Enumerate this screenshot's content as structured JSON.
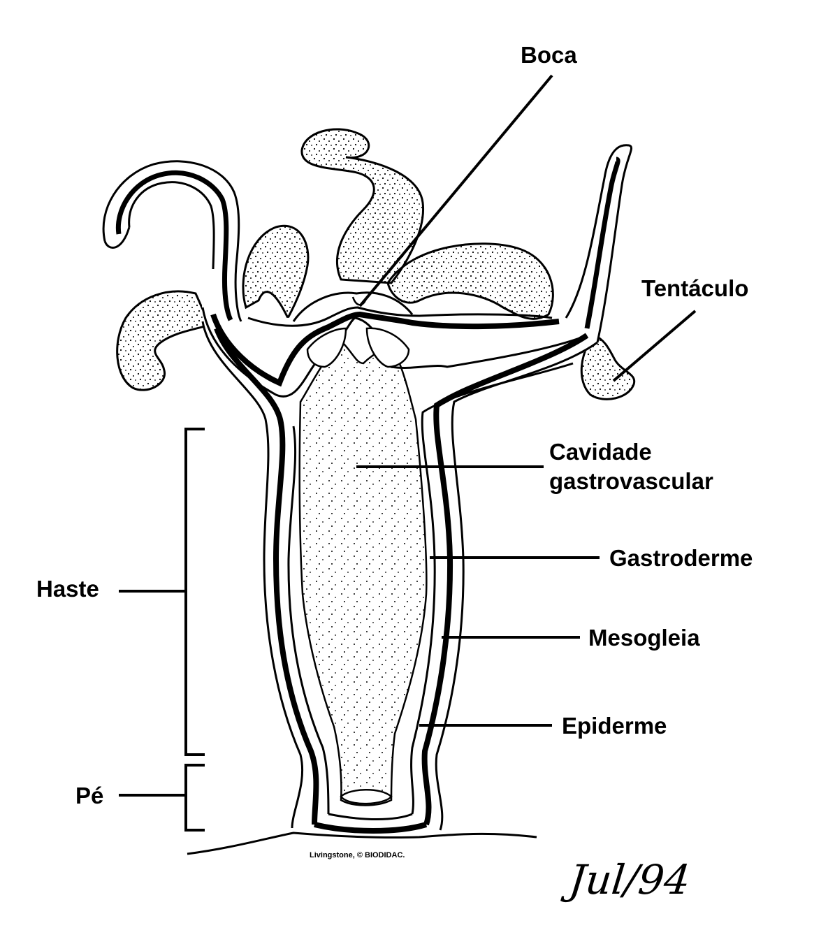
{
  "labels": {
    "boca": "Boca",
    "tentaculo": "Tentáculo",
    "cavidade_line1": "Cavidade",
    "cavidade_line2": "gastrovascular",
    "gastroderme": "Gastroderme",
    "mesogleia": "Mesogleia",
    "epiderme": "Epiderme",
    "haste": "Haste",
    "pe": "Pé"
  },
  "credit": "Livingstone, © BIODIDAC.",
  "signature": "Jul/94",
  "colors": {
    "ink": "#000000",
    "paper": "#ffffff"
  }
}
